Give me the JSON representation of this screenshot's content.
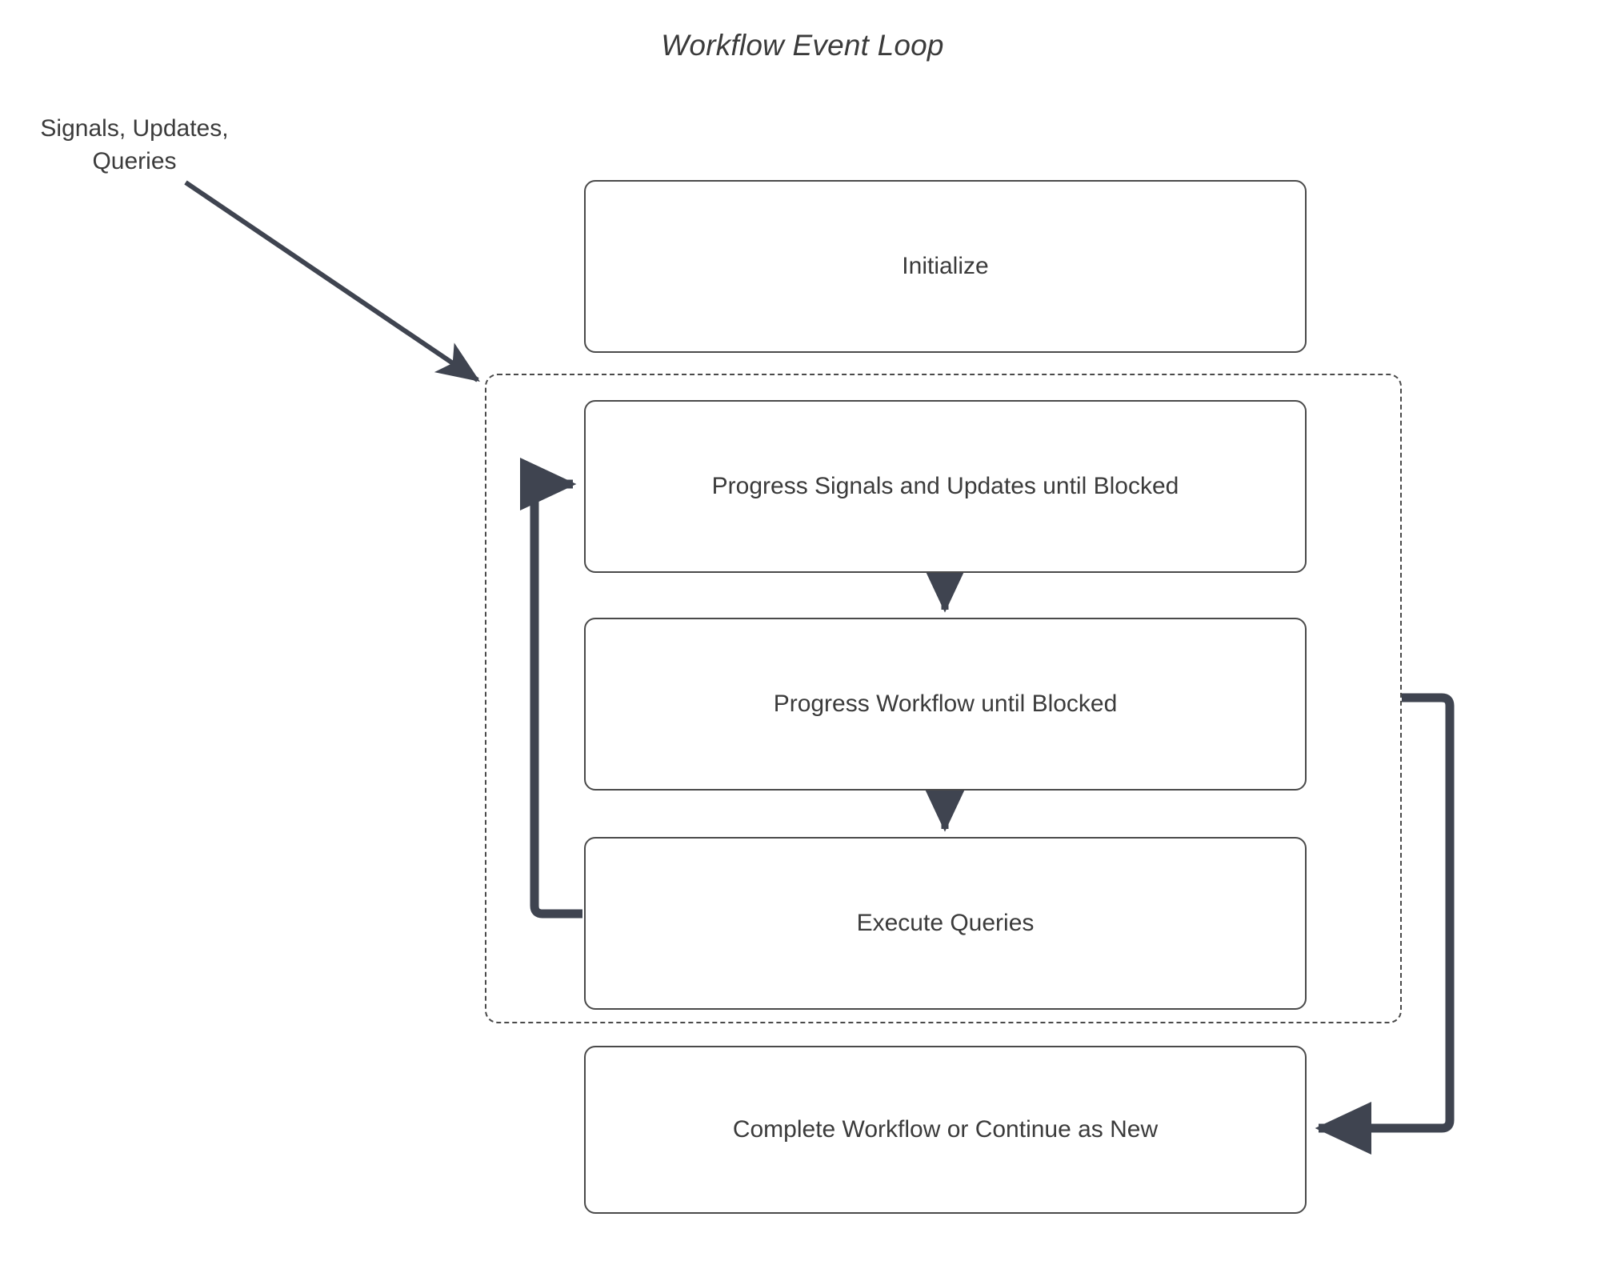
{
  "diagram": {
    "title": "Workflow Event Loop",
    "type": "flowchart",
    "accent_color": "#3f4450",
    "border_color": "#4a4a4a",
    "text_color": "#3b3b3b",
    "background_color": "#ffffff"
  },
  "labels": {
    "external_input": "Signals, Updates,\nQueries",
    "external_input_line1": "Signals, Updates,",
    "external_input_line2": "Queries"
  },
  "nodes": {
    "initialize": "Initialize",
    "progress_signals": "Progress Signals and Updates until Blocked",
    "progress_workflow": "Progress Workflow until Blocked",
    "execute_queries": "Execute Queries",
    "complete_workflow": "Complete Workflow or Continue as New"
  },
  "container": {
    "name": "event-loop",
    "style": "dashed"
  },
  "edges": [
    {
      "from": "external-input",
      "to": "event-loop",
      "style": "solid-thin-arrow"
    },
    {
      "from": "progress_signals",
      "to": "progress_workflow",
      "style": "solid-thick-arrow-down"
    },
    {
      "from": "progress_workflow",
      "to": "execute_queries",
      "style": "solid-thick-arrow-down"
    },
    {
      "from": "execute_queries",
      "to": "progress_signals",
      "style": "loop-back-left"
    },
    {
      "from": "event-loop",
      "to": "complete_workflow",
      "style": "loop-exit-right"
    }
  ]
}
